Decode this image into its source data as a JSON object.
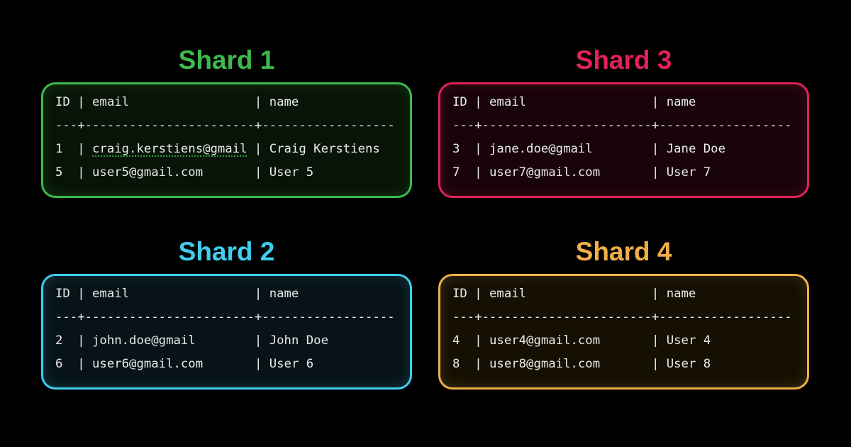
{
  "diagram": {
    "background": "#000000",
    "table_text_color": "#e9ebe9",
    "spellcheck_underline_color": "#2f9e3f"
  },
  "table": {
    "columns": [
      "ID",
      "email",
      "name"
    ],
    "col_id_width": 3,
    "col_email_width": 22,
    "separator_segments": [
      3,
      23,
      18
    ],
    "column_divider_glyph": "|",
    "separator_dash_glyph": "-",
    "separator_cross_glyph": "+"
  },
  "shards": [
    {
      "title": "Shard 1",
      "accent": "#3eb94d",
      "panel_bg": "#081407",
      "rows": [
        {
          "id": "1",
          "email": "craig.kerstiens@gmail",
          "name": "Craig Kerstiens",
          "email_underlined": true
        },
        {
          "id": "5",
          "email": "user5@gmail.com",
          "name": "User 5",
          "email_underlined": false
        }
      ]
    },
    {
      "title": "Shard 3",
      "accent": "#e2215a",
      "panel_bg": "#180409",
      "rows": [
        {
          "id": "3",
          "email": "jane.doe@gmail",
          "name": "Jane Doe",
          "email_underlined": false
        },
        {
          "id": "7",
          "email": "user7@gmail.com",
          "name": "User 7",
          "email_underlined": false
        }
      ]
    },
    {
      "title": "Shard 2",
      "accent": "#41cdec",
      "panel_bg": "#071318",
      "rows": [
        {
          "id": "2",
          "email": "john.doe@gmail",
          "name": "John Doe",
          "email_underlined": false
        },
        {
          "id": "6",
          "email": "user6@gmail.com",
          "name": "User 6",
          "email_underlined": false
        }
      ]
    },
    {
      "title": "Shard 4",
      "accent": "#f0ae4a",
      "panel_bg": "#151003",
      "rows": [
        {
          "id": "4",
          "email": "user4@gmail.com",
          "name": "User 4",
          "email_underlined": false
        },
        {
          "id": "8",
          "email": "user8@gmail.com",
          "name": "User 8",
          "email_underlined": false
        }
      ]
    }
  ]
}
